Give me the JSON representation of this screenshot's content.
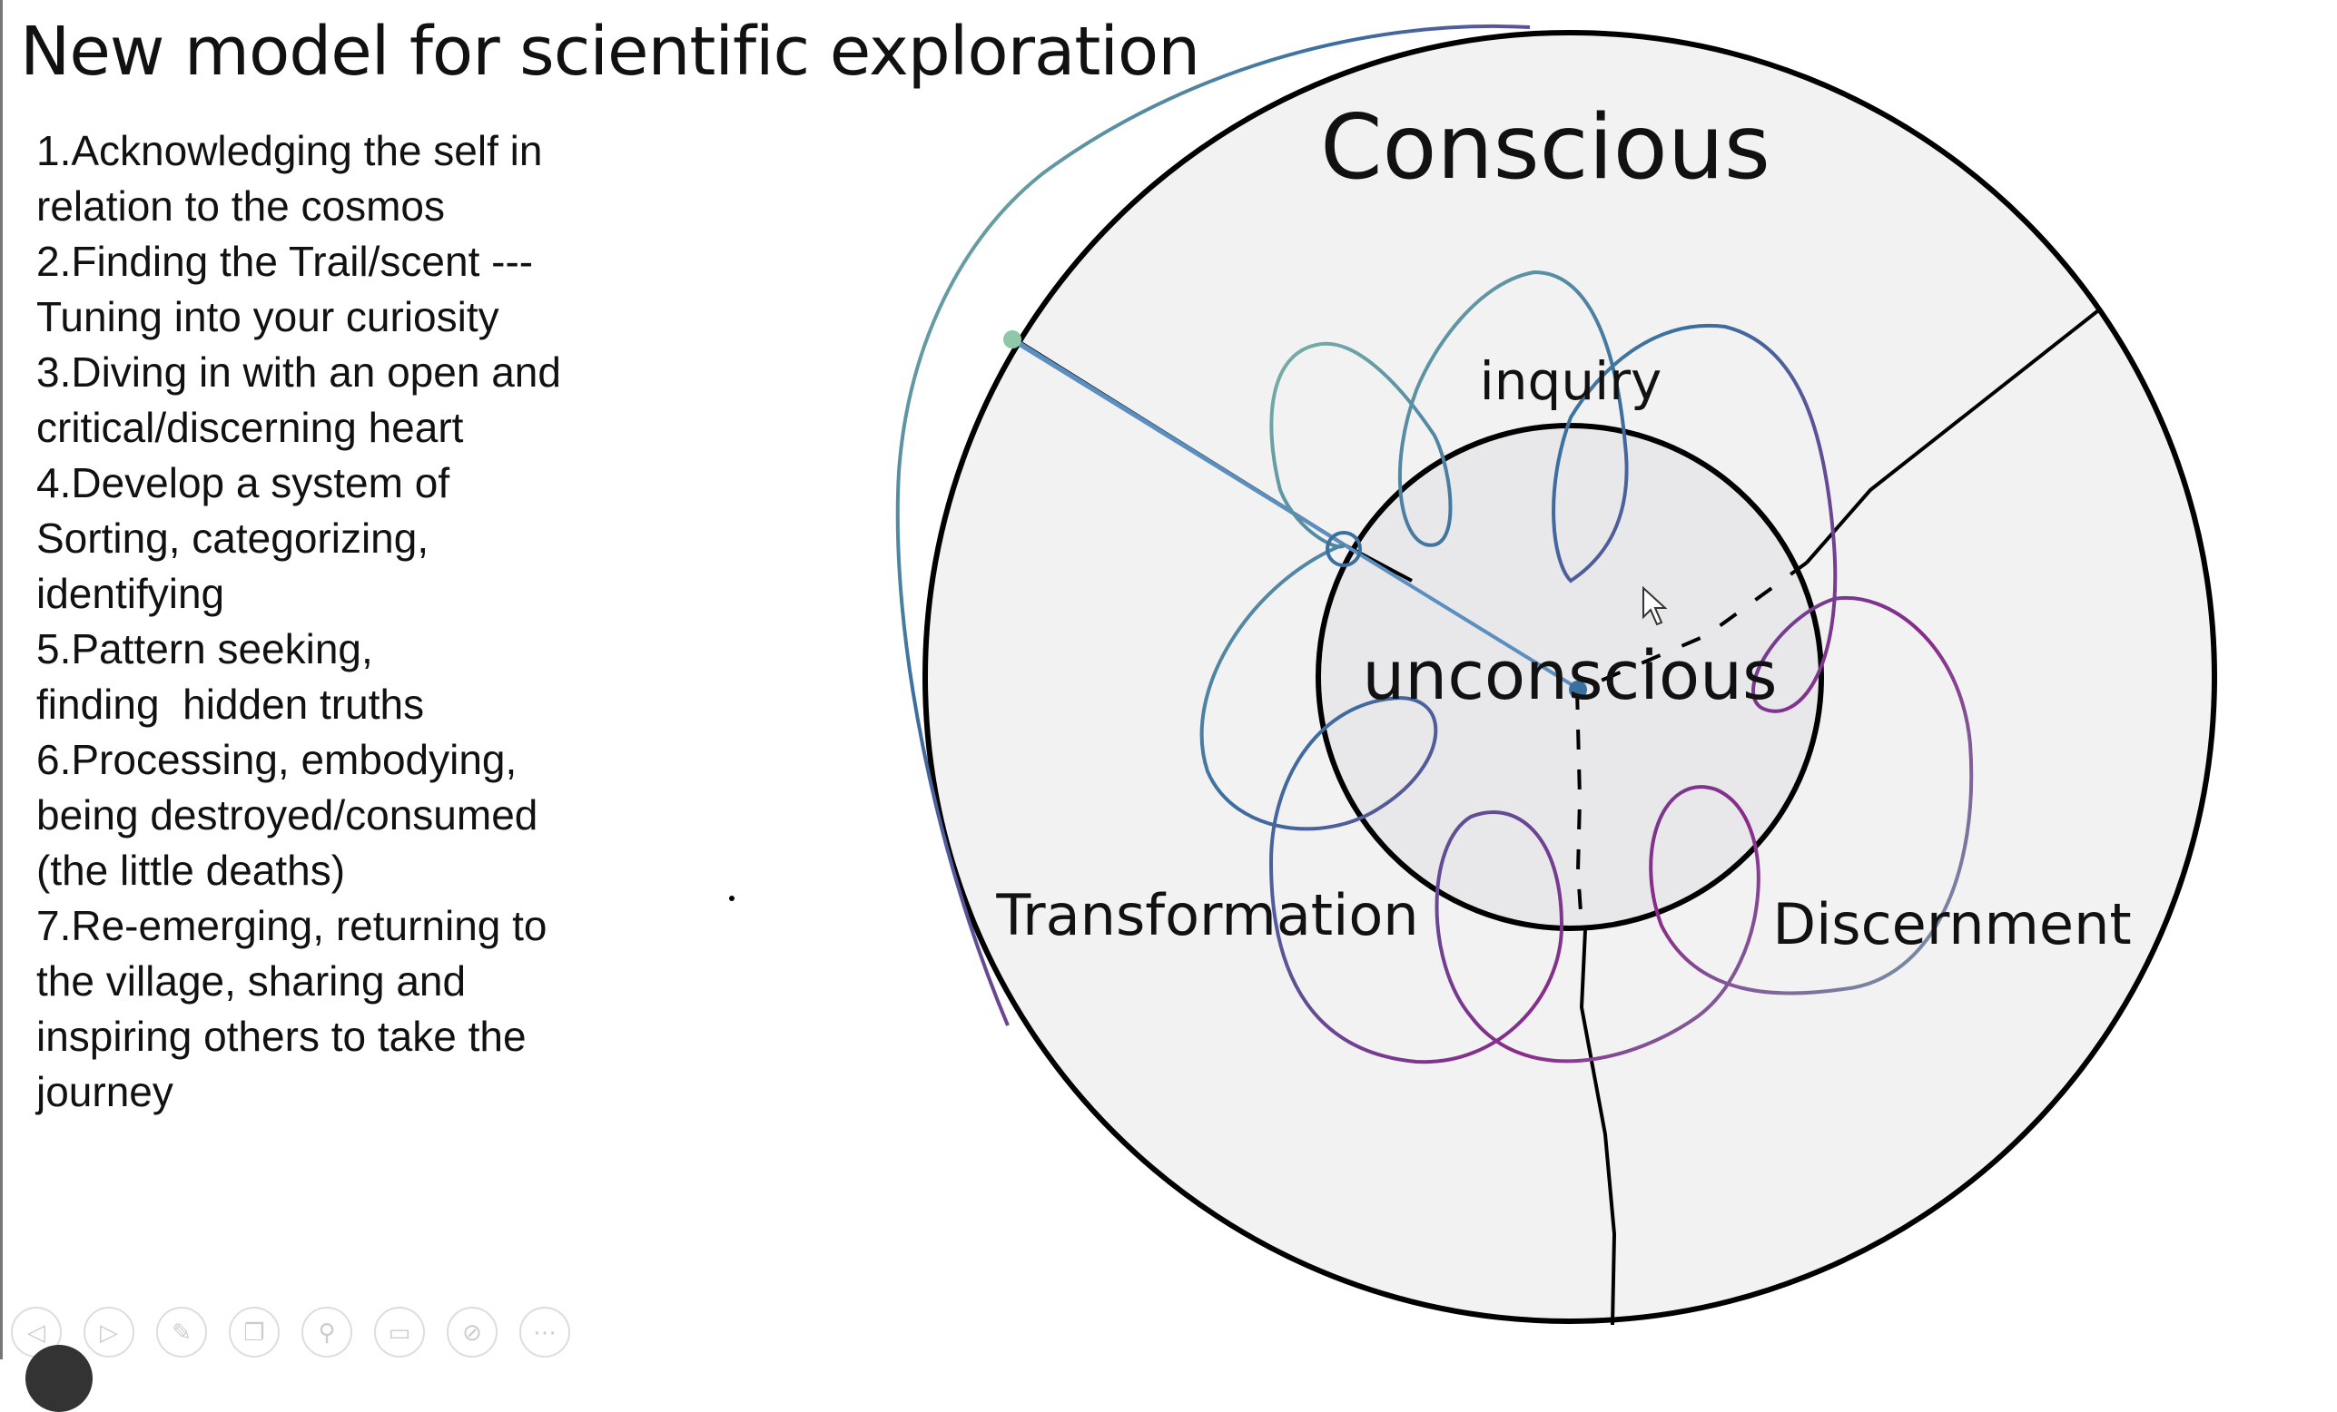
{
  "slide": {
    "title": "New model for scientific exploration",
    "steps": [
      "1.Acknowledging the self in",
      "relation to the cosmos",
      "2.Finding the Trail/scent ---",
      "Tuning into your curiosity",
      "3.Diving in with an open and",
      "critical/discerning heart",
      "4.Develop a system of",
      "Sorting, categorizing,",
      "identifying",
      "5.Pattern seeking,",
      "finding  hidden truths",
      "6.Processing, embodying,",
      "being destroyed/consumed",
      "(the little deaths)",
      "7.Re-emerging, returning to",
      "the village, sharing and",
      "inspiring others to take the",
      "journey"
    ],
    "diagram": {
      "outer_label": "Conscious",
      "inner_label": "unconscious",
      "sections": [
        "inquiry",
        "Transformation",
        "Discernment"
      ]
    }
  },
  "toolbar": {
    "buttons": [
      {
        "icon": "previous-icon",
        "glyph": "◁"
      },
      {
        "icon": "next-icon",
        "glyph": "▷"
      },
      {
        "icon": "pen-icon",
        "glyph": "✎"
      },
      {
        "icon": "slides-icon",
        "glyph": "❐"
      },
      {
        "icon": "zoom-icon",
        "glyph": "⚲"
      },
      {
        "icon": "subtitles-icon",
        "glyph": "▭"
      },
      {
        "icon": "camera-off-icon",
        "glyph": "⊘"
      },
      {
        "icon": "more-icon",
        "glyph": "⋯"
      }
    ]
  },
  "colors": {
    "outer_fill": "#f2f2f3",
    "inner_fill": "#e8e7ea",
    "ink_purple": "#8a2a8a",
    "ink_blue": "#3a6fa0",
    "ink_green": "#8fc8a8"
  }
}
